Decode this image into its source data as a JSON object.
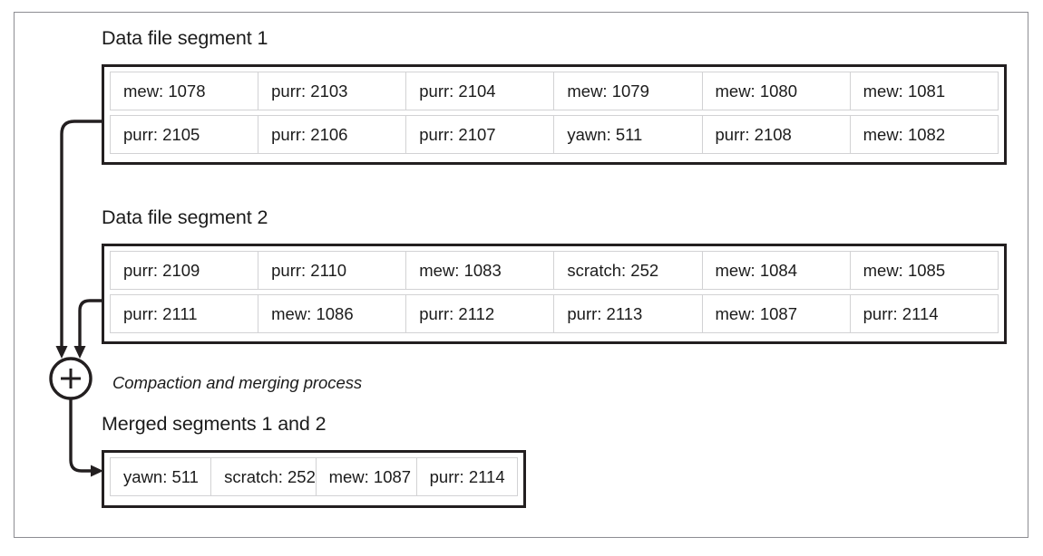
{
  "figure": {
    "type": "diagram",
    "description": "LSM-tree style log segment compaction and merging diagram"
  },
  "sections": [
    {
      "title": "Data file segment 1",
      "rows": [
        [
          "mew: 1078",
          "purr: 2103",
          "purr: 2104",
          "mew: 1079",
          "mew: 1080",
          "mew: 1081"
        ],
        [
          "purr: 2105",
          "purr: 2106",
          "purr: 2107",
          "yawn: 511",
          "purr: 2108",
          "mew: 1082"
        ]
      ]
    },
    {
      "title": "Data file segment 2",
      "rows": [
        [
          "purr: 2109",
          "purr: 2110",
          "mew: 1083",
          "scratch: 252",
          "mew: 1084",
          "mew: 1085"
        ],
        [
          "purr: 2111",
          "mew: 1086",
          "purr: 2112",
          "purr: 2113",
          "mew: 1087",
          "purr: 2114"
        ]
      ]
    }
  ],
  "process": {
    "node_symbol": "+",
    "label": "Compaction and merging process"
  },
  "output": {
    "title": "Merged segments 1 and 2",
    "rows": [
      [
        "yawn: 511",
        "scratch: 252",
        "mew: 1087",
        "purr: 2114"
      ]
    ]
  },
  "colors": {
    "frame_border": "#8d8d92",
    "box_border": "#231f20",
    "cell_border": "#d2d2d4",
    "text": "#1b1b1b",
    "background": "#ffffff"
  }
}
